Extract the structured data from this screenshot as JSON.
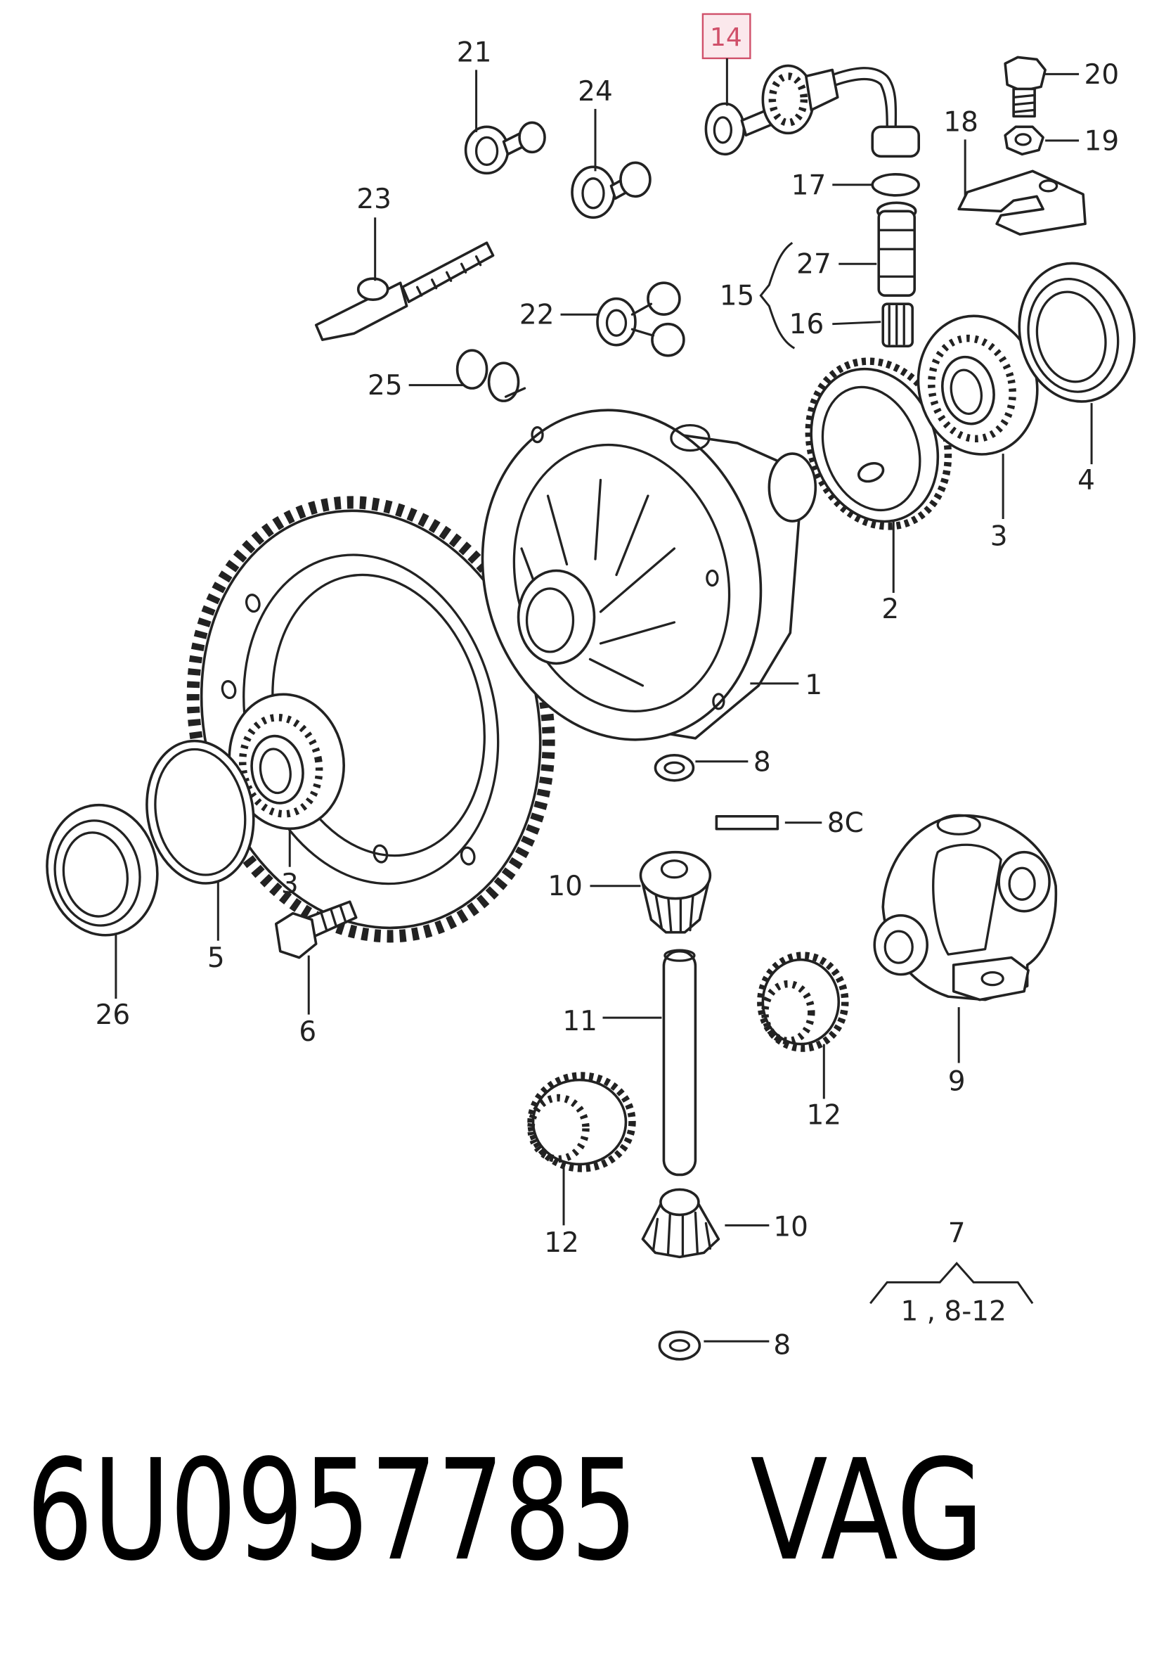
{
  "colors": {
    "line": "#222222",
    "highlight_stroke": "#d0506a",
    "highlight_fill": "#fbe8ec"
  },
  "callouts": {
    "c14": "14",
    "c21": "21",
    "c24": "24",
    "c20": "20",
    "c18": "18",
    "c19": "19",
    "c17": "17",
    "c23": "23",
    "c27": "27",
    "c15": "15",
    "c22": "22",
    "c16": "16",
    "c25": "25",
    "c4": "4",
    "c3a": "3",
    "c2": "2",
    "c1": "1",
    "c8a": "8",
    "c8C": "8C",
    "c10a": "10",
    "c3b": "3",
    "c5": "5",
    "c26": "26",
    "c6": "6",
    "c11": "11",
    "c9": "9",
    "c12a": "12",
    "c12b": "12",
    "c10b": "10",
    "c7": "7",
    "range7": "1 , 8-12",
    "c8b": "8"
  },
  "highlighted_callout": "14",
  "part_number": "6U0957785",
  "brand": "VAG"
}
